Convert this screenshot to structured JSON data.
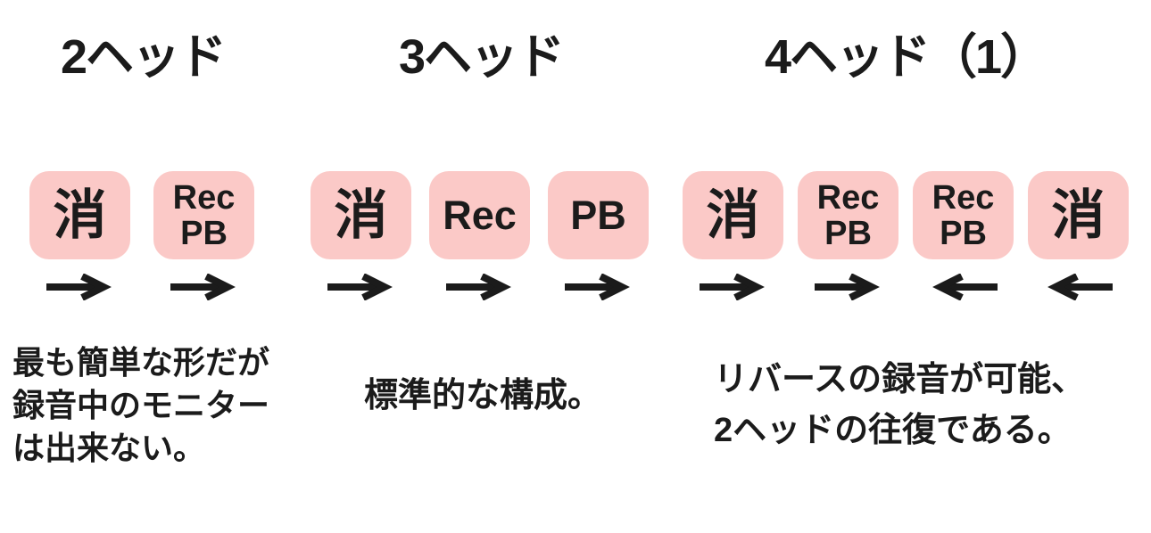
{
  "diagram": {
    "title_semantic": "tape-recorder-head-configurations",
    "colors": {
      "background": "#ffffff",
      "head_box": "#fbc9c7",
      "text": "#1b1b1b",
      "arrow": "#1b1b1b"
    },
    "columns": [
      {
        "title": "2ヘッド",
        "heads": [
          {
            "lines": [
              "消"
            ],
            "direction": "right"
          },
          {
            "lines": [
              "Rec",
              "PB"
            ],
            "direction": "right"
          }
        ],
        "description": [
          "最も簡単な形だが",
          "録音中のモニター",
          "は出来ない。"
        ]
      },
      {
        "title": "3ヘッド",
        "heads": [
          {
            "lines": [
              "消"
            ],
            "direction": "right"
          },
          {
            "lines": [
              "Rec"
            ],
            "direction": "right"
          },
          {
            "lines": [
              "PB"
            ],
            "direction": "right"
          }
        ],
        "description": [
          "標準的な構成。"
        ]
      },
      {
        "title": "4ヘッド（1）",
        "heads": [
          {
            "lines": [
              "消"
            ],
            "direction": "right"
          },
          {
            "lines": [
              "Rec",
              "PB"
            ],
            "direction": "right"
          },
          {
            "lines": [
              "Rec",
              "PB"
            ],
            "direction": "left"
          },
          {
            "lines": [
              "消"
            ],
            "direction": "left"
          }
        ],
        "description": [
          "リバースの録音が可能、",
          "2ヘッドの往復である。"
        ]
      }
    ]
  }
}
